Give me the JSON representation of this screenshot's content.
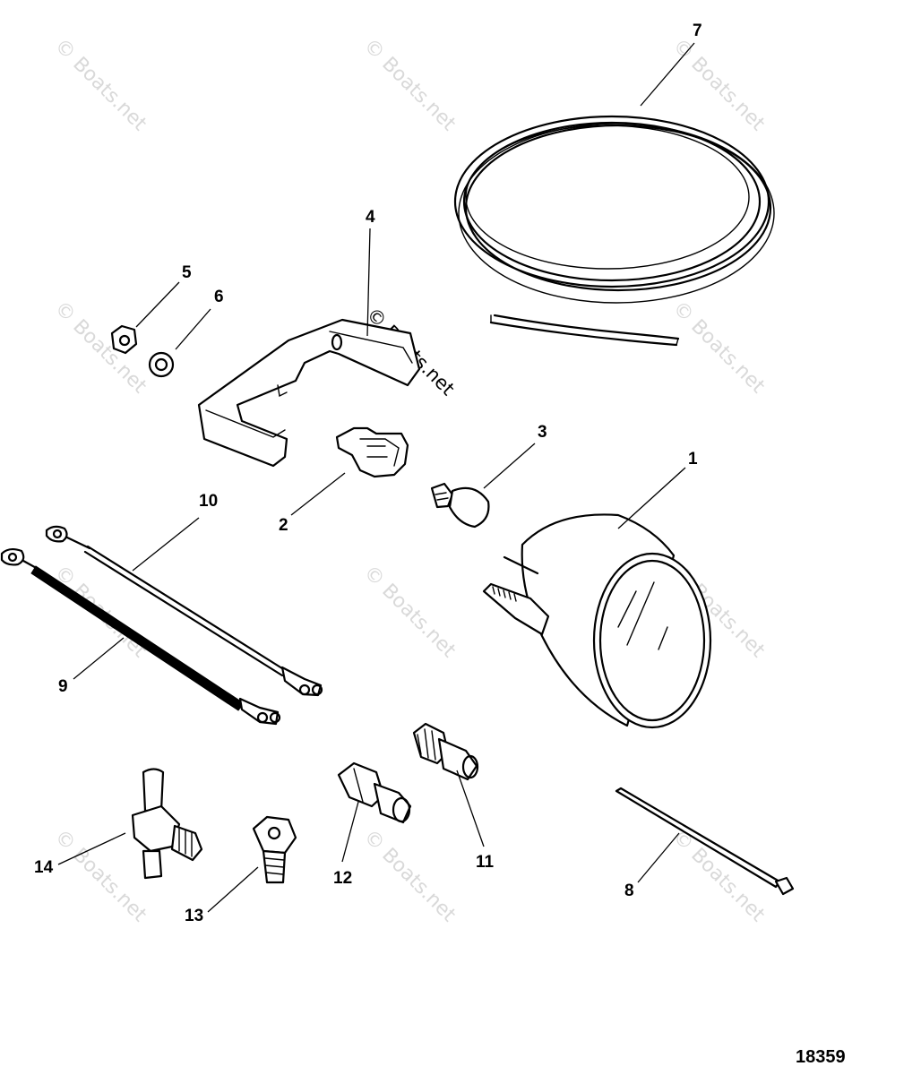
{
  "watermark": {
    "text": "© Boats.net",
    "color": "#d9d9d9"
  },
  "drawing_number": "18359",
  "callouts": [
    {
      "id": "1",
      "label": "1"
    },
    {
      "id": "2",
      "label": "2"
    },
    {
      "id": "3",
      "label": "3"
    },
    {
      "id": "4",
      "label": "4"
    },
    {
      "id": "5",
      "label": "5"
    },
    {
      "id": "6",
      "label": "6"
    },
    {
      "id": "7",
      "label": "7"
    },
    {
      "id": "8",
      "label": "8"
    },
    {
      "id": "9",
      "label": "9"
    },
    {
      "id": "10",
      "label": "10"
    },
    {
      "id": "11",
      "label": "11"
    },
    {
      "id": "12",
      "label": "12"
    },
    {
      "id": "13",
      "label": "13"
    },
    {
      "id": "14",
      "label": "14"
    }
  ],
  "callout_names": [
    "gauge",
    "socket",
    "bulb",
    "bracket",
    "nut",
    "lockwasher",
    "tubing",
    "cable-tie",
    "ground-lead",
    "power-lead",
    "connector-11",
    "connector-12",
    "hose-fitting",
    "tee-fitting"
  ]
}
